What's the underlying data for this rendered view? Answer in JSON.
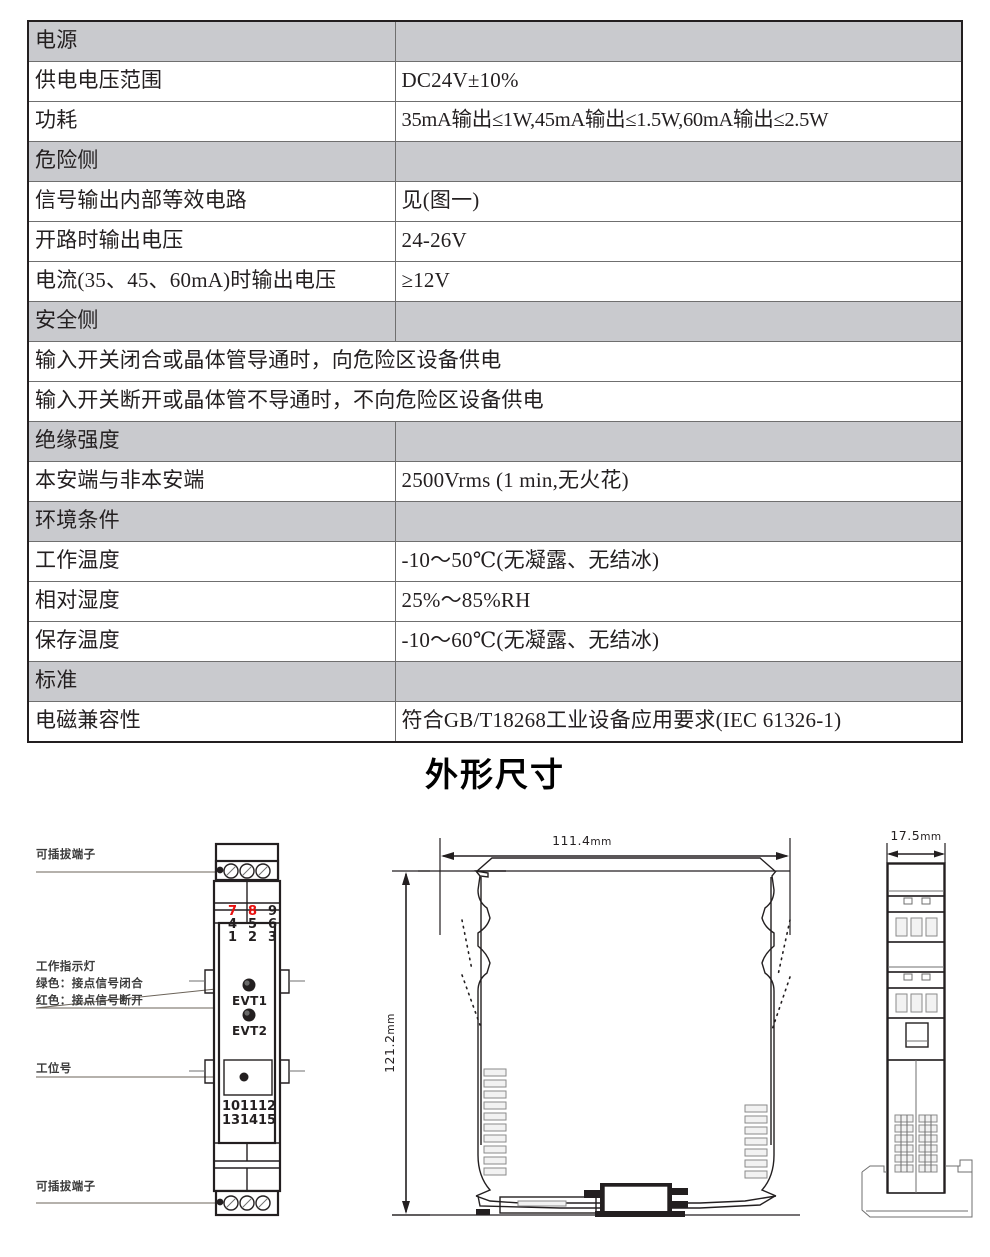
{
  "spec_table": {
    "colors": {
      "section_bg": "#c9cace",
      "border": "#231f20",
      "grid": "#6f6f6f"
    },
    "rows": [
      {
        "type": "section",
        "label": "电源",
        "value": ""
      },
      {
        "type": "data",
        "label": "供电电压范围",
        "value": "DC24V±10%"
      },
      {
        "type": "data",
        "label": "功耗",
        "value": "35mA输出≤1W,45mA输出≤1.5W,60mA输出≤2.5W"
      },
      {
        "type": "section",
        "label": "危险侧",
        "value": ""
      },
      {
        "type": "data",
        "label": "信号输出内部等效电路",
        "value": "见(图一)"
      },
      {
        "type": "data",
        "label": "开路时输出电压",
        "value": "24-26V"
      },
      {
        "type": "data",
        "label": "电流(35、45、60mA)时输出电压",
        "value": "≥12V"
      },
      {
        "type": "section",
        "label": "安全侧",
        "value": ""
      },
      {
        "type": "full",
        "label": "输入开关闭合或晶体管导通时，向危险区设备供电",
        "value": ""
      },
      {
        "type": "full",
        "label": "输入开关断开或晶体管不导通时，不向危险区设备供电",
        "value": ""
      },
      {
        "type": "section",
        "label": "绝缘强度",
        "value": ""
      },
      {
        "type": "data",
        "label": "本安端与非本安端",
        "value": "2500Vrms (1 min,无火花)"
      },
      {
        "type": "section",
        "label": "环境条件",
        "value": ""
      },
      {
        "type": "data",
        "label": "工作温度",
        "value": "-10～50℃(无凝露、无结冰)"
      },
      {
        "type": "data",
        "label": "相对湿度",
        "value": "25%～85%RH"
      },
      {
        "type": "data",
        "label": "保存温度",
        "value": "-10～60℃(无凝露、无结冰)"
      },
      {
        "type": "section",
        "label": "标准",
        "value": ""
      },
      {
        "type": "data",
        "label": "电磁兼容性",
        "value": "符合GB/T18268工业设备应用要求(IEC 61326-1)"
      }
    ]
  },
  "section_title": "外形尺寸",
  "drawing": {
    "front_view": {
      "callouts": {
        "top_terminal": "可插拔端子",
        "bottom_terminal": "可插拔端子",
        "indicator_title": "工作指示灯",
        "indicator_green": "绿色：接点信号闭合",
        "indicator_red": "红色：接点信号断开",
        "tag_number": "工位号"
      },
      "terminal_numbers_top": [
        [
          "7",
          "8",
          "9"
        ],
        [
          "4",
          "5",
          "6"
        ],
        [
          "1",
          "2",
          "3"
        ]
      ],
      "terminal_numbers_top_red": [
        "7",
        "8"
      ],
      "terminal_numbers_bottom": [
        [
          "10",
          "11",
          "12"
        ],
        [
          "13",
          "14",
          "15"
        ]
      ],
      "led_labels": [
        "EVT1",
        "EVT2"
      ]
    },
    "side_view": {
      "width_dim": "111.4",
      "width_unit": "mm",
      "height_dim": "121.2",
      "height_unit": "mm"
    },
    "end_view": {
      "width_dim": "17.5",
      "width_unit": "mm"
    }
  }
}
